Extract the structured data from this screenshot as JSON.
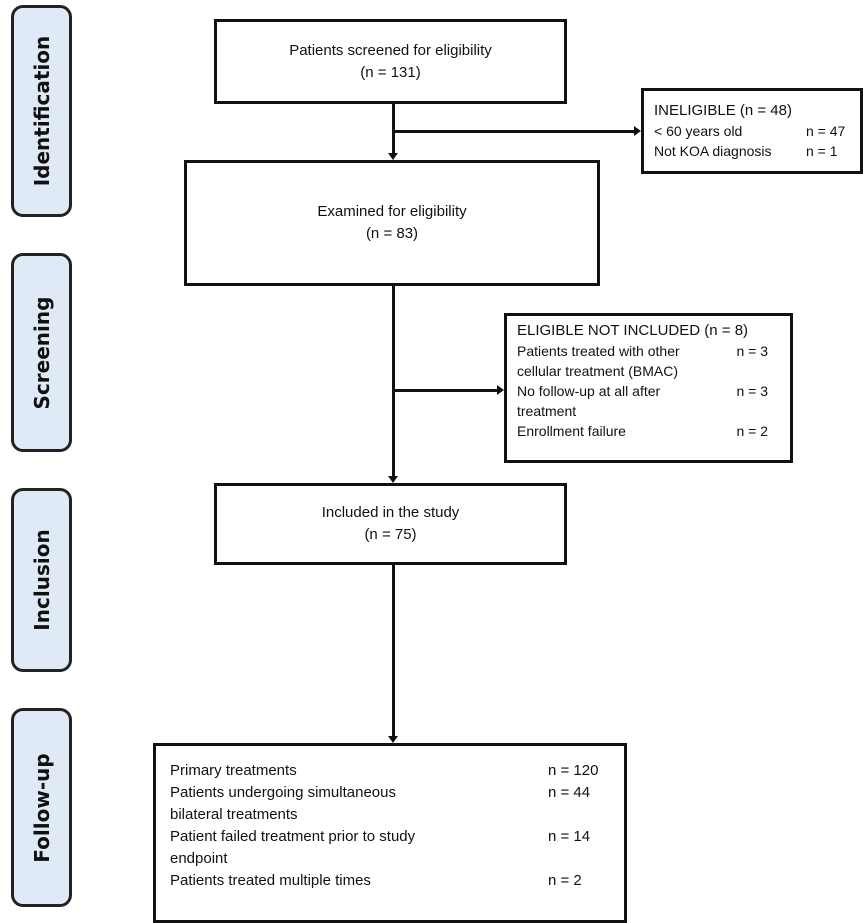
{
  "stages": [
    "Identification",
    "Screening",
    "Inclusion",
    "Follow-up"
  ],
  "screened": {
    "title": "Patients screened for eligibility",
    "n": "(n = 131)"
  },
  "ineligible": {
    "title": "INELIGIBLE (n = 48)",
    "rows": [
      {
        "label": "< 60 years old",
        "n": "n = 47"
      },
      {
        "label": "Not KOA diagnosis",
        "n": "n = 1"
      }
    ]
  },
  "examined": {
    "title": "Examined for eligibility",
    "n": "(n = 83)"
  },
  "eligible_not_included": {
    "title": "ELIGIBLE NOT INCLUDED (n = 8)",
    "rows": [
      {
        "label": "Patients treated with other cellular treatment (BMAC)",
        "n": "n = 3"
      },
      {
        "label": "No follow-up at all after treatment",
        "n": "n = 3"
      },
      {
        "label": "Enrollment failure",
        "n": "n = 2"
      }
    ]
  },
  "included": {
    "title": "Included in the study",
    "n": "(n = 75)"
  },
  "followup": {
    "rows": [
      {
        "label": "Primary treatments",
        "n": "n = 120"
      },
      {
        "label": "Patients undergoing simultaneous bilateral treatments",
        "n": "n = 44"
      },
      {
        "label": "Patient failed treatment prior to study endpoint",
        "n": "n = 14"
      },
      {
        "label": "Patients treated multiple times",
        "n": "n = 2"
      }
    ]
  },
  "colors": {
    "stage_fill": "#dfeaf6",
    "stroke": "#111111"
  }
}
